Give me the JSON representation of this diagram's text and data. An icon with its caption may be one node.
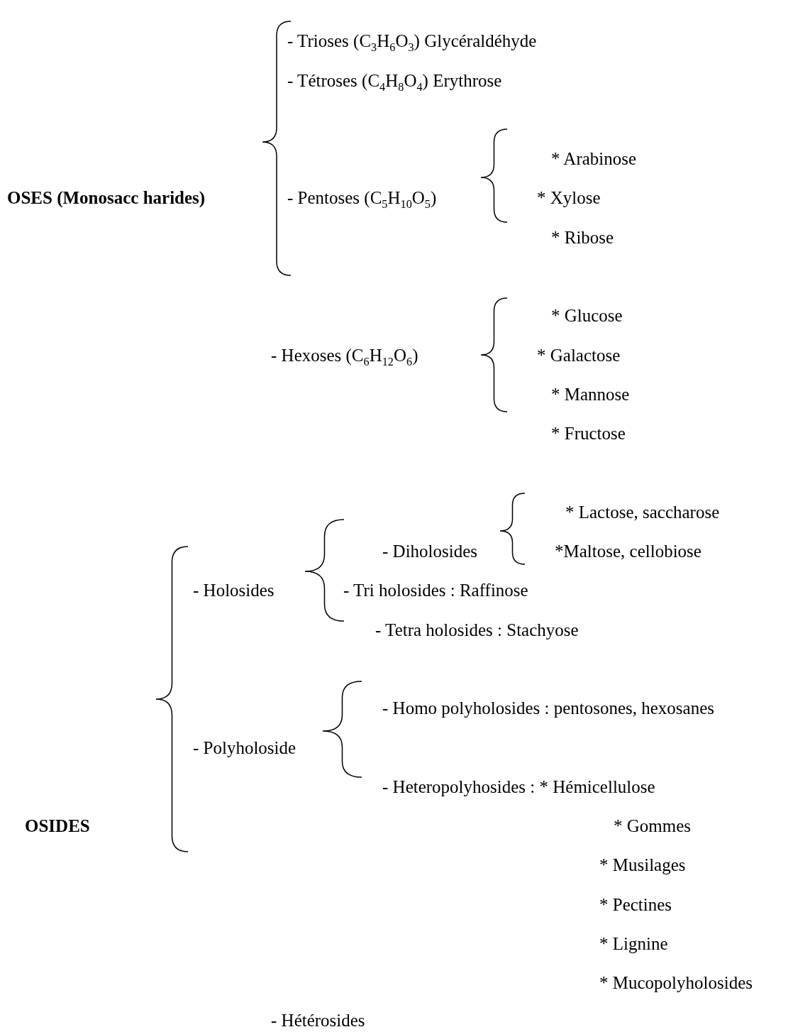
{
  "diagram": {
    "labels": [
      "OSES (Monosacc harides)",
      "- Trioses (C$_{3}$H$_{6}$O$_{3}$) Glycéraldéhyde",
      "- Tétroses (C$_{4}$H$_{8}$O$_{4}$) Erythrose",
      "- Pentoses (C$_{5}$H$_{10}$O$_{5}$)",
      "* Arabinose",
      "* Xylose",
      "* Ribose",
      "- Hexoses (C$_{6}$H$_{12}$O$_{6}$)",
      "* Glucose",
      "* Galactose",
      "* Mannose",
      "* Fructose",
      "* Lactose, saccharose",
      "*Maltose, cellobiose",
      "- Diholosides",
      "- Holosides",
      "- Tri holosides : Raffinose",
      "- Tetra holosides : Stachyose",
      "- Homo polyholosides : pentosones, hexosanes",
      "- Polyholoside",
      "- Heteropolyhosides : * Hémicellulose",
      "OSIDES",
      "* Gommes",
      "* Musilages",
      "* Pectines",
      "* Lignine",
      "* Mucopolyholosides",
      "- Hétérosides"
    ]
  }
}
